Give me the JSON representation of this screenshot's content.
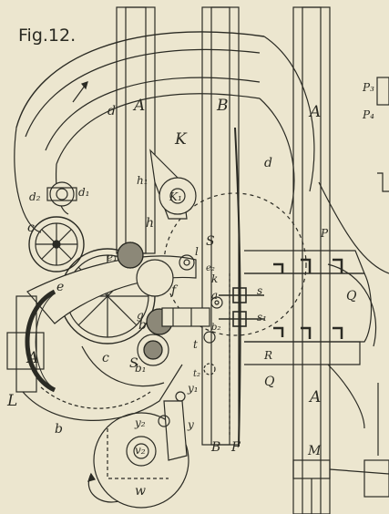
{
  "figure_title": "Fig.12.",
  "labels": {
    "A_top": "A",
    "B_top": "B",
    "K": "K",
    "A_right": "A",
    "d_left": "d",
    "d_right": "d",
    "d1": "d₁",
    "d2": "d₂",
    "c": "c",
    "e": "e",
    "e1": "e₁",
    "f": "f",
    "g": "g",
    "h": "h",
    "h1": "h₁",
    "K1": "K₁",
    "l": "l",
    "S_upper": "S",
    "e2": "e₂",
    "k": "k",
    "a": "a",
    "s": "s",
    "s1": "s₁",
    "b_left": "b",
    "b_bottom": "b",
    "b1": "b₁",
    "b2": "b₂",
    "t": "t",
    "t2": "t₂",
    "y1": "y₁",
    "y": "y",
    "y2": "y₂",
    "v2": "v₂",
    "w": "w",
    "L": "L",
    "A_left": "A",
    "c_lower": "c",
    "S_lower": "S",
    "B_bottom": "B",
    "F": "F",
    "P": "P",
    "P3": "P₃",
    "P4": "P₄",
    "Q_upper": "Q",
    "Q_lower": "Q",
    "R": "R",
    "A_lower_right": "A",
    "M": "M"
  }
}
